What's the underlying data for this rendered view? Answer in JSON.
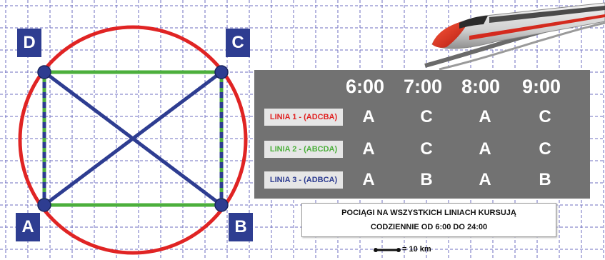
{
  "diagram": {
    "vertices": [
      {
        "id": "A",
        "label": "A"
      },
      {
        "id": "B",
        "label": "B"
      },
      {
        "id": "C",
        "label": "C"
      },
      {
        "id": "D",
        "label": "D"
      }
    ],
    "colors": {
      "circle": "#e02424",
      "green_line": "#4caf3c",
      "blue_line": "#2e3d91",
      "vertex_fill": "#2e3d91",
      "grid": "#6f6fc0"
    }
  },
  "schedule": {
    "times": [
      "6:00",
      "7:00",
      "8:00",
      "9:00"
    ],
    "lines": [
      {
        "label": "LINIA 1 - (ADCBA)",
        "color": "#e02424",
        "stops": [
          "A",
          "C",
          "A",
          "C"
        ]
      },
      {
        "label": "LINIA 2 - (ABCDA)",
        "color": "#4caf3c",
        "stops": [
          "A",
          "C",
          "A",
          "C"
        ]
      },
      {
        "label": "LINIA 3 - (ADBCA)",
        "color": "#2e3d91",
        "stops": [
          "A",
          "B",
          "A",
          "B"
        ]
      }
    ]
  },
  "notice": {
    "line1": "POCIĄGI NA WSZYSTKICH LINIACH KURSUJĄ",
    "line2": "CODZIENNIE OD 6:00 DO 24:00"
  },
  "scale": {
    "label": "= 10 km"
  }
}
